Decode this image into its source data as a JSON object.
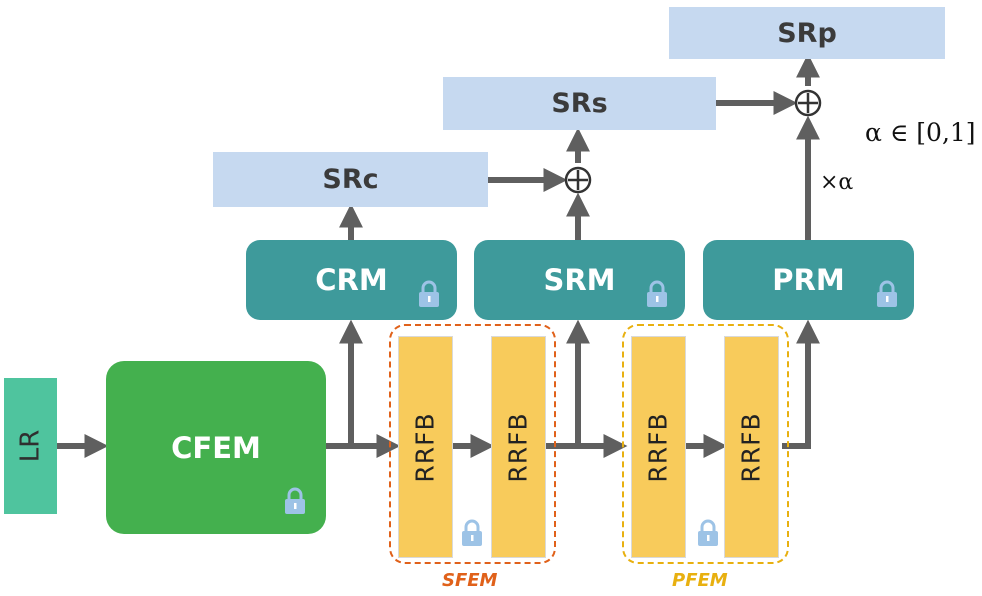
{
  "inputs": {
    "lr_label": "LR"
  },
  "backbone": {
    "cfem_label": "CFEM"
  },
  "modules": {
    "crm_label": "CRM",
    "srm_label": "SRM",
    "prm_label": "PRM"
  },
  "outputs": {
    "src_label": "SRc",
    "srs_label": "SRs",
    "srp_label": "SRp"
  },
  "blocks": {
    "rrfb_label": "RRFB"
  },
  "groups": {
    "sfem_label": "SFEM",
    "pfem_label": "PFEM"
  },
  "annotations": {
    "alpha_range": "α ∈ [0,1]",
    "times_alpha": "×α"
  },
  "colors": {
    "sr_box": "#c6d9f0",
    "module": "#3e9a9b",
    "cfem": "#44b04e",
    "lr": "#4fc49e",
    "rrfb": "#f8cb5b",
    "sfem_border": "#e0611a",
    "pfem_border": "#e8b010",
    "arrow": "#5f5f5f",
    "lock": "#9dc3e6"
  },
  "icons": {
    "lock": "lock-icon",
    "sum": "circled-plus-icon"
  }
}
